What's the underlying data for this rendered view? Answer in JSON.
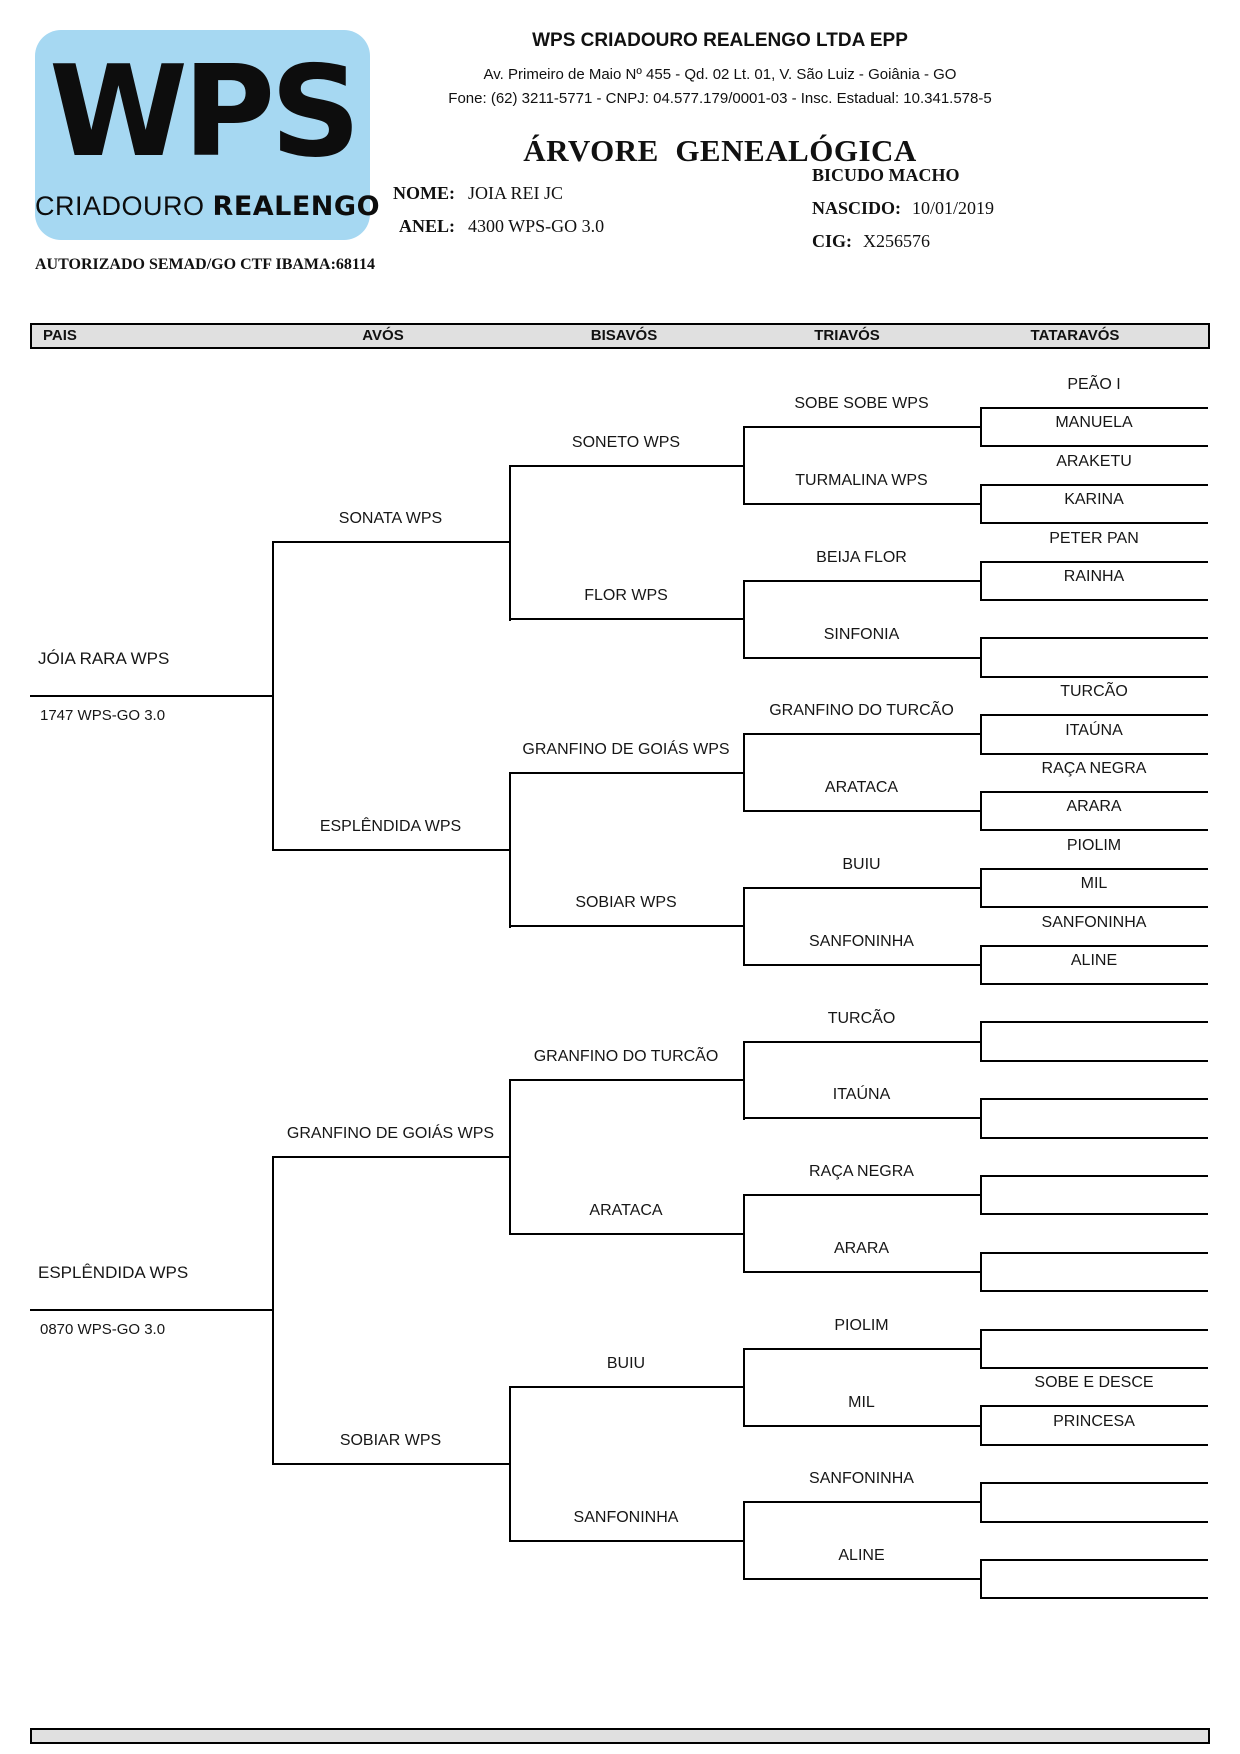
{
  "logo": {
    "main": "WPS",
    "sub_light": "CRIADOURO",
    "sub_bold": "REALENGO"
  },
  "header": {
    "company": "WPS CRIADOURO REALENGO LTDA EPP",
    "address": "Av. Primeiro de Maio Nº 455 - Qd. 02 Lt. 01, V. São Luiz - Goiânia - GO",
    "contact": "Fone: (62) 3211-5771  -  CNPJ: 04.577.179/0001-03  -  Insc. Estadual: 10.341.578-5",
    "title": "ÁRVORE  GENEALÓGICA",
    "authorized": "AUTORIZADO SEMAD/GO CTF IBAMA:68114"
  },
  "subject": {
    "nome_label": "NOME:",
    "nome": "JOIA REI JC",
    "anel_label": "ANEL:",
    "anel": "4300 WPS-GO 3.0",
    "species_sex": "BICUDO MACHO",
    "nascido_label": "NASCIDO:",
    "nascido": "10/01/2019",
    "cig_label": "CIG:",
    "cig": "X256576"
  },
  "columns": [
    "PAIS",
    "AVÓS",
    "BISAVÓS",
    "TRIAVÓS",
    "TATARAVÓS"
  ],
  "tree": {
    "pais": [
      {
        "name": "JÓIA RARA WPS",
        "ring": "1747 WPS-GO 3.0"
      },
      {
        "name": "ESPLÊNDIDA WPS",
        "ring": "0870 WPS-GO 3.0"
      }
    ],
    "avos": [
      "SONATA WPS",
      "ESPLÊNDIDA WPS",
      "GRANFINO DE GOIÁS WPS",
      "SOBIAR WPS"
    ],
    "bisavos": [
      "SONETO WPS",
      "FLOR WPS",
      "GRANFINO DE GOIÁS WPS",
      "SOBIAR WPS",
      "GRANFINO DO TURCÃO",
      "ARATACA",
      "BUIU",
      "SANFONINHA"
    ],
    "triavos": [
      "SOBE SOBE WPS",
      "TURMALINA WPS",
      "BEIJA FLOR",
      "SINFONIA",
      "GRANFINO DO TURCÃO",
      "ARATACA",
      "BUIU",
      "SANFONINHA",
      "TURCÃO",
      "ITAÚNA",
      "RAÇA NEGRA",
      "ARARA",
      "PIOLIM",
      "MIL",
      "SANFONINHA",
      "ALINE"
    ],
    "tataravos": [
      "PEÃO I",
      "MANUELA",
      "ARAKETU",
      "KARINA",
      "PETER PAN",
      "RAINHA",
      "",
      "",
      "TURCÃO",
      "ITAÚNA",
      "RAÇA NEGRA",
      "ARARA",
      "PIOLIM",
      "MIL",
      "SANFONINHA",
      "ALINE",
      "",
      "",
      "",
      "",
      "",
      "",
      "",
      "",
      "",
      "",
      "SOBE E DESCE",
      "PRINCESA",
      "",
      "",
      "",
      ""
    ]
  },
  "colors": {
    "logo_bg": "#a6d8f2",
    "bar_bg": "#e0e0e0",
    "line": "#000000"
  }
}
